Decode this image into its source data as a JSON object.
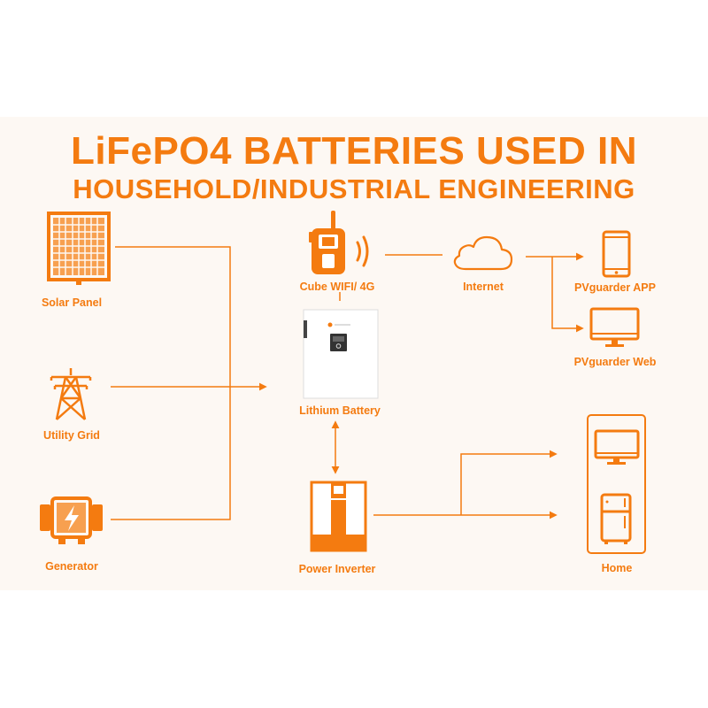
{
  "title": {
    "line1": "LiFePO4 BATTERIES USED IN",
    "line2": "HOUSEHOLD/INDUSTRIAL ENGINEERING"
  },
  "nodes": {
    "solar_panel": "Solar Panel",
    "utility_grid": "Utility Grid",
    "generator": "Generator",
    "cube_wifi": "Cube WIFI/  4G",
    "internet": "Internet",
    "app": "PVguarder  APP",
    "web": "PVguarder  Web",
    "battery": "Lithium Battery",
    "inverter": "Power Inverter",
    "home": "Home"
  },
  "colors": {
    "accent": "#f47b10",
    "panel_background": "#fdf8f3",
    "battery_body": "#ffffff"
  }
}
